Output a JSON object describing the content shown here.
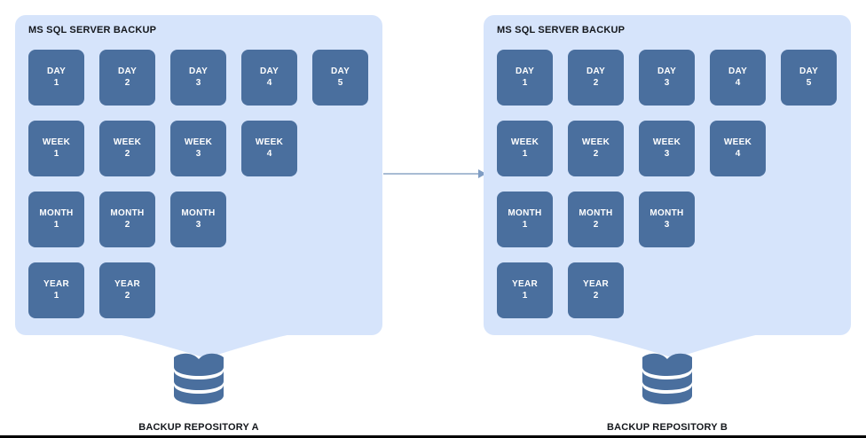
{
  "diagram": {
    "title_hidden": "",
    "colors": {
      "panel_background": "#D6E4FB",
      "tile_fill": "#4A6F9E",
      "tile_text": "#FFFFFF",
      "database_fill": "#4A6F9E",
      "arrow": "#A8BCD4",
      "caption_text": "#14171C",
      "canvas_background": "#FFFFFF"
    },
    "panels": [
      {
        "id": "left",
        "title": "MS SQL SERVER BACKUP",
        "repository_label": "BACKUP REPOSITORY A",
        "database_icon": "database-cylinder-icon",
        "rows": [
          {
            "name": "day",
            "tiles": [
              {
                "label": "DAY",
                "index": "1"
              },
              {
                "label": "DAY",
                "index": "2"
              },
              {
                "label": "DAY",
                "index": "3"
              },
              {
                "label": "DAY",
                "index": "4"
              },
              {
                "label": "DAY",
                "index": "5"
              }
            ]
          },
          {
            "name": "week",
            "tiles": [
              {
                "label": "WEEK",
                "index": "1"
              },
              {
                "label": "WEEK",
                "index": "2"
              },
              {
                "label": "WEEK",
                "index": "3"
              },
              {
                "label": "WEEK",
                "index": "4"
              }
            ]
          },
          {
            "name": "month",
            "tiles": [
              {
                "label": "MONTH",
                "index": "1"
              },
              {
                "label": "MONTH",
                "index": "2"
              },
              {
                "label": "MONTH",
                "index": "3"
              }
            ]
          },
          {
            "name": "year",
            "tiles": [
              {
                "label": "YEAR",
                "index": "1"
              },
              {
                "label": "YEAR",
                "index": "2"
              }
            ]
          }
        ]
      },
      {
        "id": "right",
        "title": "MS SQL SERVER BACKUP",
        "repository_label": "BACKUP REPOSITORY B",
        "database_icon": "database-cylinder-icon",
        "rows": [
          {
            "name": "day",
            "tiles": [
              {
                "label": "DAY",
                "index": "1"
              },
              {
                "label": "DAY",
                "index": "2"
              },
              {
                "label": "DAY",
                "index": "3"
              },
              {
                "label": "DAY",
                "index": "4"
              },
              {
                "label": "DAY",
                "index": "5"
              }
            ]
          },
          {
            "name": "week",
            "tiles": [
              {
                "label": "WEEK",
                "index": "1"
              },
              {
                "label": "WEEK",
                "index": "2"
              },
              {
                "label": "WEEK",
                "index": "3"
              },
              {
                "label": "WEEK",
                "index": "4"
              }
            ]
          },
          {
            "name": "month",
            "tiles": [
              {
                "label": "MONTH",
                "index": "1"
              },
              {
                "label": "MONTH",
                "index": "2"
              },
              {
                "label": "MONTH",
                "index": "3"
              }
            ]
          },
          {
            "name": "year",
            "tiles": [
              {
                "label": "YEAR",
                "index": "1"
              },
              {
                "label": "YEAR",
                "index": "2"
              }
            ]
          }
        ]
      }
    ],
    "connector": {
      "name": "copy-arrow",
      "from": "left",
      "to": "right",
      "label": ""
    }
  }
}
